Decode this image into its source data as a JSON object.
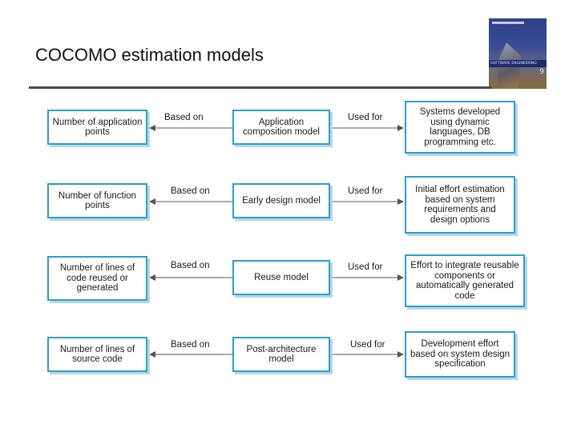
{
  "slide": {
    "title": "COCOMO estimation models"
  },
  "cover": {
    "text": "SOFTWARE ENGINEERING",
    "edition": "9"
  },
  "diagram": {
    "rows": [
      {
        "input": "Number of application points",
        "based_on": "Based on",
        "model": "Application composition model",
        "used_for": "Used for",
        "purpose": "Systems developed using dynamic languages, DB programming etc."
      },
      {
        "input": "Number of function points",
        "based_on": "Based on",
        "model": "Early design model",
        "used_for": "Used for",
        "purpose": "Initial effort estimation based on system requirements and design options"
      },
      {
        "input": "Number of lines of code reused or generated",
        "based_on": "Based on",
        "model": "Reuse model",
        "used_for": "Used for",
        "purpose": "Effort to integrate reusable components or automatically generated code"
      },
      {
        "input": "Number of lines of source code",
        "based_on": "Based on",
        "model": "Post-architecture model",
        "used_for": "Used for",
        "purpose": "Development effort based on system design specification"
      }
    ]
  }
}
